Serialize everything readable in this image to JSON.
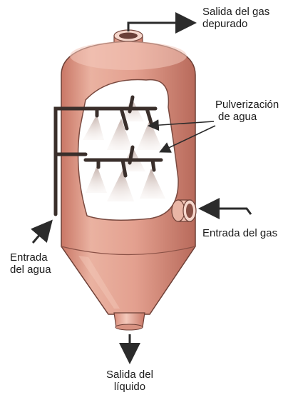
{
  "labels": {
    "gas_out_line1": "Salida del gas",
    "gas_out_line2": "depurado",
    "spray_line1": "Pulverización",
    "spray_line2": "de agua",
    "gas_in": "Entrada del gas",
    "water_in_line1": "Entrada",
    "water_in_line2": "del agua",
    "liquid_out_line1": "Salida del",
    "liquid_out_line2": "líquido"
  },
  "colors": {
    "vessel_body": "#e3a08f",
    "vessel_shadow": "#c97766",
    "vessel_highlight": "#f4c9bb",
    "interior": "#ffffff",
    "pipe": "#3a2f2b",
    "arrow": "#2b2b2b"
  }
}
